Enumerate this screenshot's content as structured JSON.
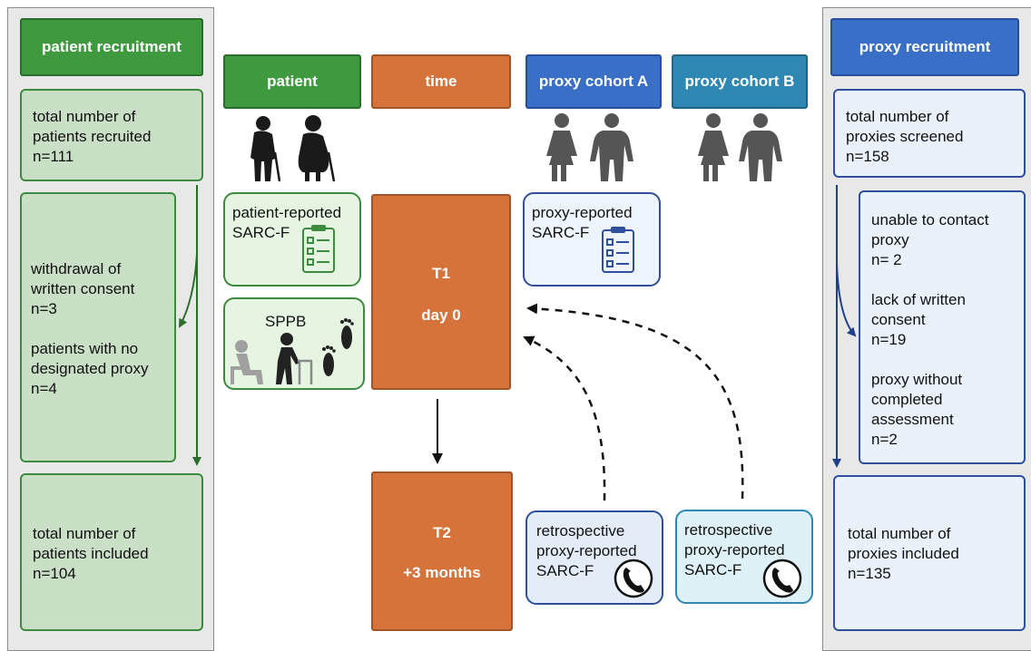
{
  "headers": {
    "patient_recruitment": "patient recruitment",
    "patient": "patient",
    "time": "time",
    "proxy_cohort_a": "proxy cohort A",
    "proxy_cohort_b": "proxy cohort B",
    "proxy_recruitment": "proxy  recruitment"
  },
  "patient_flow": {
    "recruited": "total number of\npatients recruited\nn=111",
    "excluded": "withdrawal of\nwritten consent\nn=3\n\npatients with no\ndesignated proxy\nn=4",
    "included": "total number of\npatients included\nn=104"
  },
  "proxy_flow": {
    "screened": "total number of\nproxies screened\nn=158",
    "excluded": "unable to contact\nproxy\nn= 2\n\nlack of written\nconsent\nn=19\n\nproxy without\ncompleted\nassessment\nn=2",
    "included": "total number of\nproxies included\nn=135"
  },
  "measures": {
    "patient_sarcf": "patient-reported\nSARC-F",
    "sppb": "SPPB",
    "proxy_sarcf": "proxy-reported\nSARC-F",
    "retro_a": "retrospective\nproxy-reported\nSARC-F",
    "retro_b": "retrospective\nproxy-reported\nSARC-F"
  },
  "timepoints": {
    "t1_label": "T1",
    "t1_time": "day 0",
    "t2_label": "T2",
    "t2_time": "+3 months"
  },
  "icons": [
    "elderly-couple-icon",
    "male-female-icon",
    "clipboard-checklist-icon",
    "footprints-icon",
    "walker-icon",
    "telephone-icon"
  ],
  "colors": {
    "green": "#3f9a3f",
    "orange": "#d5733a",
    "blue": "#3a6fc7",
    "teal": "#2f87b3"
  }
}
